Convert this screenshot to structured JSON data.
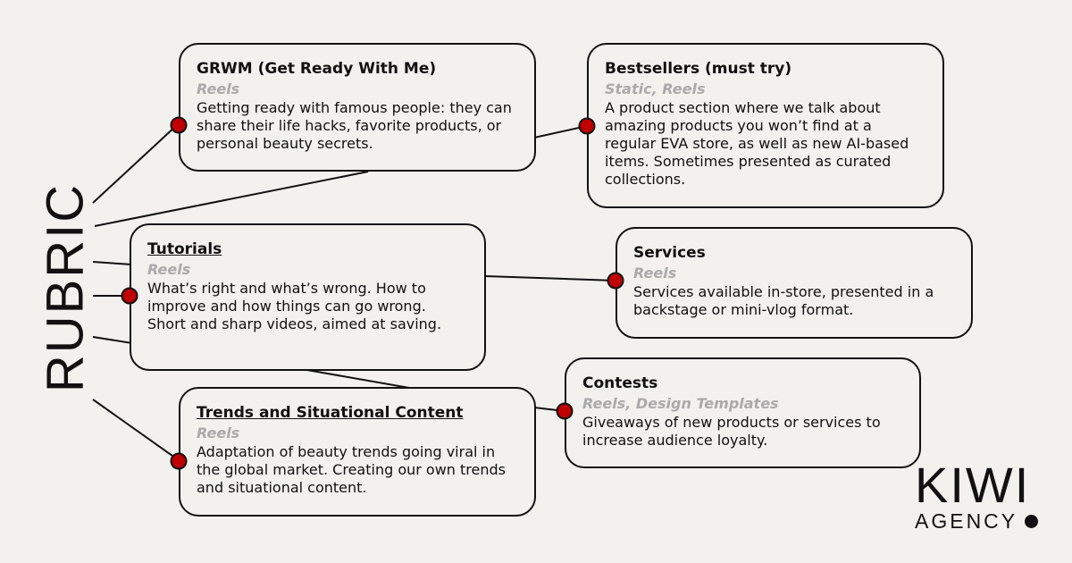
{
  "heading": "RUBRIC",
  "accent_color": "#c00000",
  "cards": {
    "grwm": {
      "title": "GRWM (Get Ready With Me)",
      "tags": "Reels",
      "desc": "Getting ready with famous people: they can share their life hacks, favorite products, or personal beauty secrets."
    },
    "bestsellers": {
      "title": "Bestsellers (must try)",
      "tags": "Static, Reels",
      "desc": "A product section where we talk about amazing products you won’t find at a regular EVA store, as well as new AI-based items. Sometimes presented as curated collections."
    },
    "tutorials": {
      "title": "Tutorials",
      "tags": "Reels",
      "desc": "What’s right and what’s wrong. How to improve and how things can go wrong. Short and sharp videos, aimed at saving."
    },
    "services": {
      "title": "Services",
      "tags": "Reels",
      "desc": "Services available in-store, presented in a backstage or mini-vlog format."
    },
    "contests": {
      "title": "Contests",
      "tags": "Reels, Design Templates",
      "desc": "Giveaways of new products or services to increase audience loyalty."
    },
    "trends": {
      "title": "Trends and Situational Content",
      "tags": "Reels",
      "desc": "Adaptation of beauty trends going viral in the global market. Creating our own trends and situational content."
    }
  },
  "logo": {
    "name": "KIWI",
    "sub": "AGENCY"
  }
}
